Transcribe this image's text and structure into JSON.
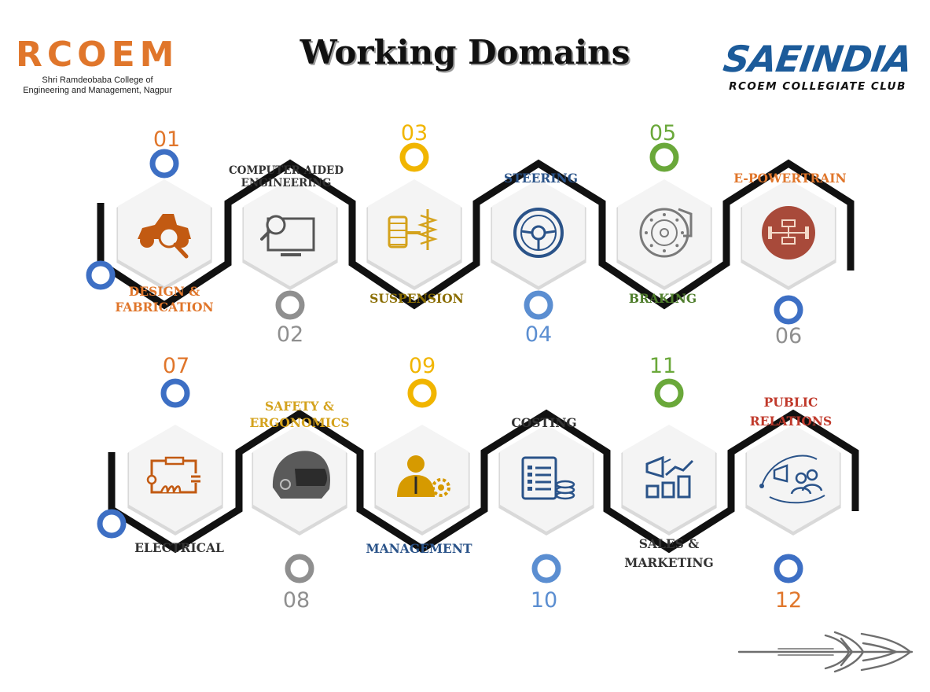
{
  "header": {
    "title": "Working Domains",
    "left_logo": {
      "brand": "RCOEM",
      "line1": "Shri Ramdeobaba College of",
      "line2": "Engineering and Management, Nagpur"
    },
    "right_logo": {
      "brand": "SAEINDIA",
      "sub": "RCOEM COLLEGIATE CLUB"
    }
  },
  "colors": {
    "orange": "#e0762b",
    "gray": "#8f8f8f",
    "yellow": "#f1b500",
    "blue": "#3d6fc4",
    "lightblue": "#5b8ed1",
    "green": "#6aa83a",
    "olive": "#8a6d00",
    "navy": "#2a5389",
    "darkgreen": "#4e7d2b",
    "dark": "#333333",
    "red": "#c0392b"
  },
  "domains": [
    {
      "num": "01",
      "label": [
        "DESIGN &",
        "FABRICATION"
      ],
      "color": "#e0762b",
      "num_color": "#e0762b",
      "ring_color": "#3d6fc4",
      "icon": "racing-car-icon"
    },
    {
      "num": "02",
      "label": [
        "COMPUTER AIDED",
        "ENGINEERING"
      ],
      "color": "#333333",
      "num_color": "#8f8f8f",
      "ring_color": "#8f8f8f",
      "icon": "cae-monitor-icon"
    },
    {
      "num": "03",
      "label": [
        "SUSPENSION"
      ],
      "color": "#8a6d00",
      "num_color": "#f1b500",
      "ring_color": "#f1b500",
      "icon": "suspension-icon"
    },
    {
      "num": "04",
      "label": [
        "STEERING"
      ],
      "color": "#2a5389",
      "num_color": "#5b8ed1",
      "ring_color": "#5b8ed1",
      "icon": "steering-wheel-icon"
    },
    {
      "num": "05",
      "label": [
        "BRAKING"
      ],
      "color": "#4e7d2b",
      "num_color": "#6aa83a",
      "ring_color": "#6aa83a",
      "icon": "brake-disc-icon"
    },
    {
      "num": "06",
      "label": [
        "E-POWERTRAIN"
      ],
      "color": "#e0762b",
      "num_color": "#8f8f8f",
      "ring_color": "#3d6fc4",
      "icon": "powertrain-icon"
    },
    {
      "num": "07",
      "label": [
        "ELECTRICAL"
      ],
      "color": "#333333",
      "num_color": "#e0762b",
      "ring_color": "#3d6fc4",
      "icon": "circuit-icon"
    },
    {
      "num": "08",
      "label": [
        "SAFETY &",
        "ERGONOMICS"
      ],
      "color": "#d4a21c",
      "num_color": "#8f8f8f",
      "ring_color": "#8f8f8f",
      "icon": "helmet-icon"
    },
    {
      "num": "09",
      "label": [
        "MANAGEMENT"
      ],
      "color": "#2a5389",
      "num_color": "#f1b500",
      "ring_color": "#f1b500",
      "icon": "manager-icon"
    },
    {
      "num": "10",
      "label": [
        "COSTING"
      ],
      "color": "#333333",
      "num_color": "#5b8ed1",
      "ring_color": "#5b8ed1",
      "icon": "costing-icon"
    },
    {
      "num": "11",
      "label": [
        "SALES &",
        "MARKETING"
      ],
      "color": "#333333",
      "num_color": "#6aa83a",
      "ring_color": "#6aa83a",
      "icon": "marketing-icon"
    },
    {
      "num": "12",
      "label": [
        "PUBLIC",
        "RELATIONS"
      ],
      "color": "#c0392b",
      "num_color": "#e0762b",
      "ring_color": "#3d6fc4",
      "icon": "public-relations-icon"
    }
  ]
}
